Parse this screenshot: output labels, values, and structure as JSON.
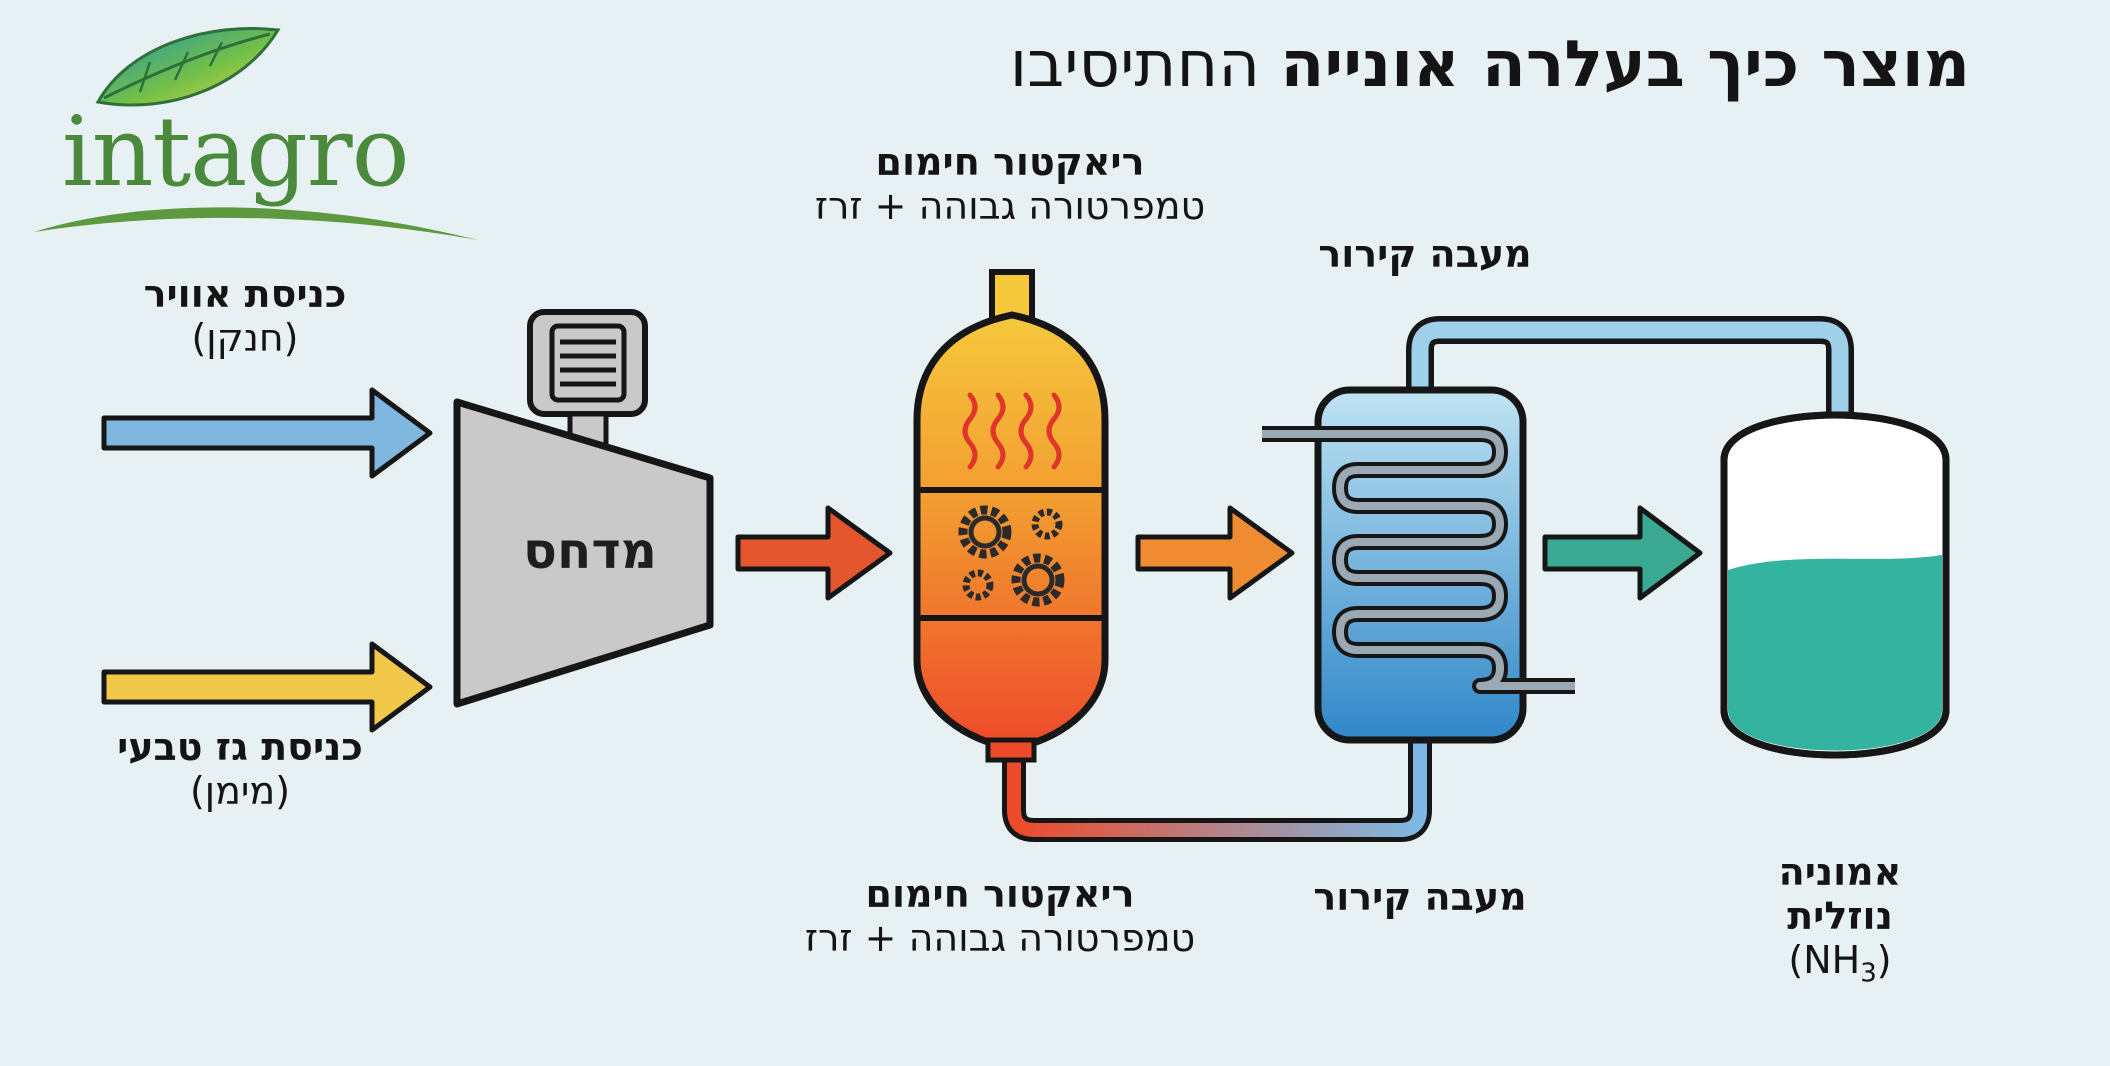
{
  "title": {
    "bold": "מוצר כיך בעלרה אונייה",
    "normal": "החתיסיבו"
  },
  "logo": {
    "text": "intagro",
    "leaf_colors": [
      "#1f8fb3",
      "#6fbf4a",
      "#e4d63a"
    ],
    "text_color": "#4b8a3c"
  },
  "inputs": {
    "air": {
      "title": "כניסת אוויר",
      "sub": "(חנקן)",
      "arrow_color": "#7fb7df"
    },
    "gas": {
      "title": "כניסת גז טבעי",
      "sub": "(מימן)",
      "arrow_color": "#f2c84b"
    }
  },
  "compressor": {
    "label": "מדחס",
    "color": "#c9c9c9"
  },
  "reactor": {
    "top_label": {
      "title": "ריאקטור חימום",
      "sub": "טמפרטורה גבוהה + זרז"
    },
    "bottom_label": {
      "title": "ריאקטור חימום",
      "sub": "טמפרטורה גבוהה + זרז"
    },
    "gradient": [
      "#f6c83c",
      "#f29a30",
      "#ee4a2a"
    ]
  },
  "cooler": {
    "top_label": "מעבה קירור",
    "bottom_label": "מעבה קירור",
    "gradient": [
      "#bfe3f3",
      "#2f87c8"
    ]
  },
  "tank": {
    "title_line1": "אמוניה",
    "title_line2": "נוזלית",
    "formula_prefix": "(NH",
    "formula_sub": "3",
    "formula_suffix": ")",
    "liquid_color": "#34b3a0"
  },
  "arrows": {
    "to_reactor": "#e4562d",
    "to_cooler": "#ef8c32",
    "to_tank": "#3ba891"
  }
}
